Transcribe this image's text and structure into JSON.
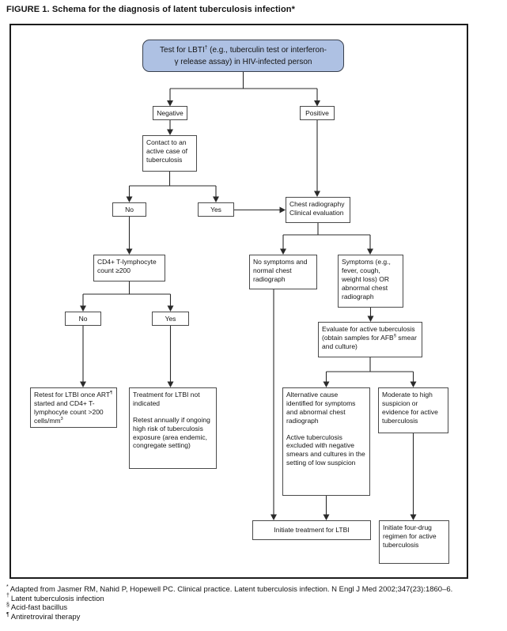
{
  "figure": {
    "title": "FIGURE 1. Schema for the diagnosis of latent tuberculosis infection*"
  },
  "colors": {
    "test_box_fill": "#aec1e3",
    "test_box_border": "#39404d",
    "box_border": "#4a4a4a",
    "line_color": "#2a2a2a",
    "frame_border": "#1c1c1c",
    "text_color": "#141414"
  },
  "nodes": {
    "test": {
      "line1_pre": "Test for LBTI",
      "line1_sup": "†",
      "line1_post": " (e.g., tuberculin test or interferon-",
      "line2": "γ release assay) in HIV-infected person"
    },
    "negative": {
      "label": "Negative"
    },
    "positive": {
      "label": "Positive"
    },
    "contact": {
      "text": "Contact to an active case of tuberculosis"
    },
    "no_contact": {
      "label": "No"
    },
    "yes_contact": {
      "label": "Yes"
    },
    "chest": {
      "line1": "Chest radiography",
      "line2": "Clinical evaluation"
    },
    "cd4": {
      "text": "CD4+ T-lymphocyte count ≥200"
    },
    "no_cd4": {
      "label": "No"
    },
    "yes_cd4": {
      "label": "Yes"
    },
    "no_symptoms": {
      "text": "No symptoms and normal chest radiograph"
    },
    "symptoms": {
      "text": "Symptoms (e.g., fever, cough, weight loss) OR abnormal chest radiograph"
    },
    "evaluate": {
      "pre": "Evaluate for active tuberculosis (obtain samples for AFB",
      "sup": "§",
      "post": " smear and culture)"
    },
    "retest": {
      "t1": "Retest for LTBI once ART",
      "sup1": "¶",
      "t2": " started and CD4+ T-lymphocyte count >200 cells/mm",
      "sup2": "3"
    },
    "treatment": {
      "para1": "Treatment for LTBI not indicated",
      "para2": "Retest annually if ongoing high risk of tuberculosis exposure (area endemic, congregate setting)"
    },
    "alternative": {
      "para1": "Alternative cause identified for symptoms and abnormal chest radiograph",
      "para2": "Active tuberculosis excluded with negative smears and cultures in the setting of low suspicion"
    },
    "moderate": {
      "text": "Moderate to high suspicion or evidence for active tuberculosis"
    },
    "initiate_ltbi": {
      "text": "Initiate treatment for LTBI"
    },
    "four_drug": {
      "text": "Initiate four-drug regimen for active tuberculosis"
    }
  },
  "edges": [
    {
      "from": "test",
      "to": "negative"
    },
    {
      "from": "test",
      "to": "positive"
    },
    {
      "from": "negative",
      "to": "contact"
    },
    {
      "from": "contact",
      "to": "no_contact"
    },
    {
      "from": "contact",
      "to": "yes_contact"
    },
    {
      "from": "yes_contact",
      "to": "chest"
    },
    {
      "from": "positive",
      "to": "chest"
    },
    {
      "from": "no_contact",
      "to": "cd4"
    },
    {
      "from": "cd4",
      "to": "no_cd4"
    },
    {
      "from": "cd4",
      "to": "yes_cd4"
    },
    {
      "from": "no_cd4",
      "to": "retest"
    },
    {
      "from": "yes_cd4",
      "to": "treatment"
    },
    {
      "from": "chest",
      "to": "no_symptoms"
    },
    {
      "from": "chest",
      "to": "symptoms"
    },
    {
      "from": "symptoms",
      "to": "evaluate"
    },
    {
      "from": "evaluate",
      "to": "alternative"
    },
    {
      "from": "evaluate",
      "to": "moderate"
    },
    {
      "from": "no_symptoms",
      "to": "initiate_ltbi"
    },
    {
      "from": "alternative",
      "to": "initiate_ltbi"
    },
    {
      "from": "moderate",
      "to": "four_drug"
    }
  ],
  "footnotes": [
    {
      "marker": "*",
      "text": "Adapted from Jasmer RM, Nahid P, Hopewell PC. Clinical practice. Latent tuberculosis infection. N Engl J Med 2002;347(23):1860–6."
    },
    {
      "marker": "†",
      "text": "Latent tuberculosis infection"
    },
    {
      "marker": "§",
      "text": "Acid-fast bacillus"
    },
    {
      "marker": "¶",
      "text": "Antiretroviral therapy"
    }
  ]
}
